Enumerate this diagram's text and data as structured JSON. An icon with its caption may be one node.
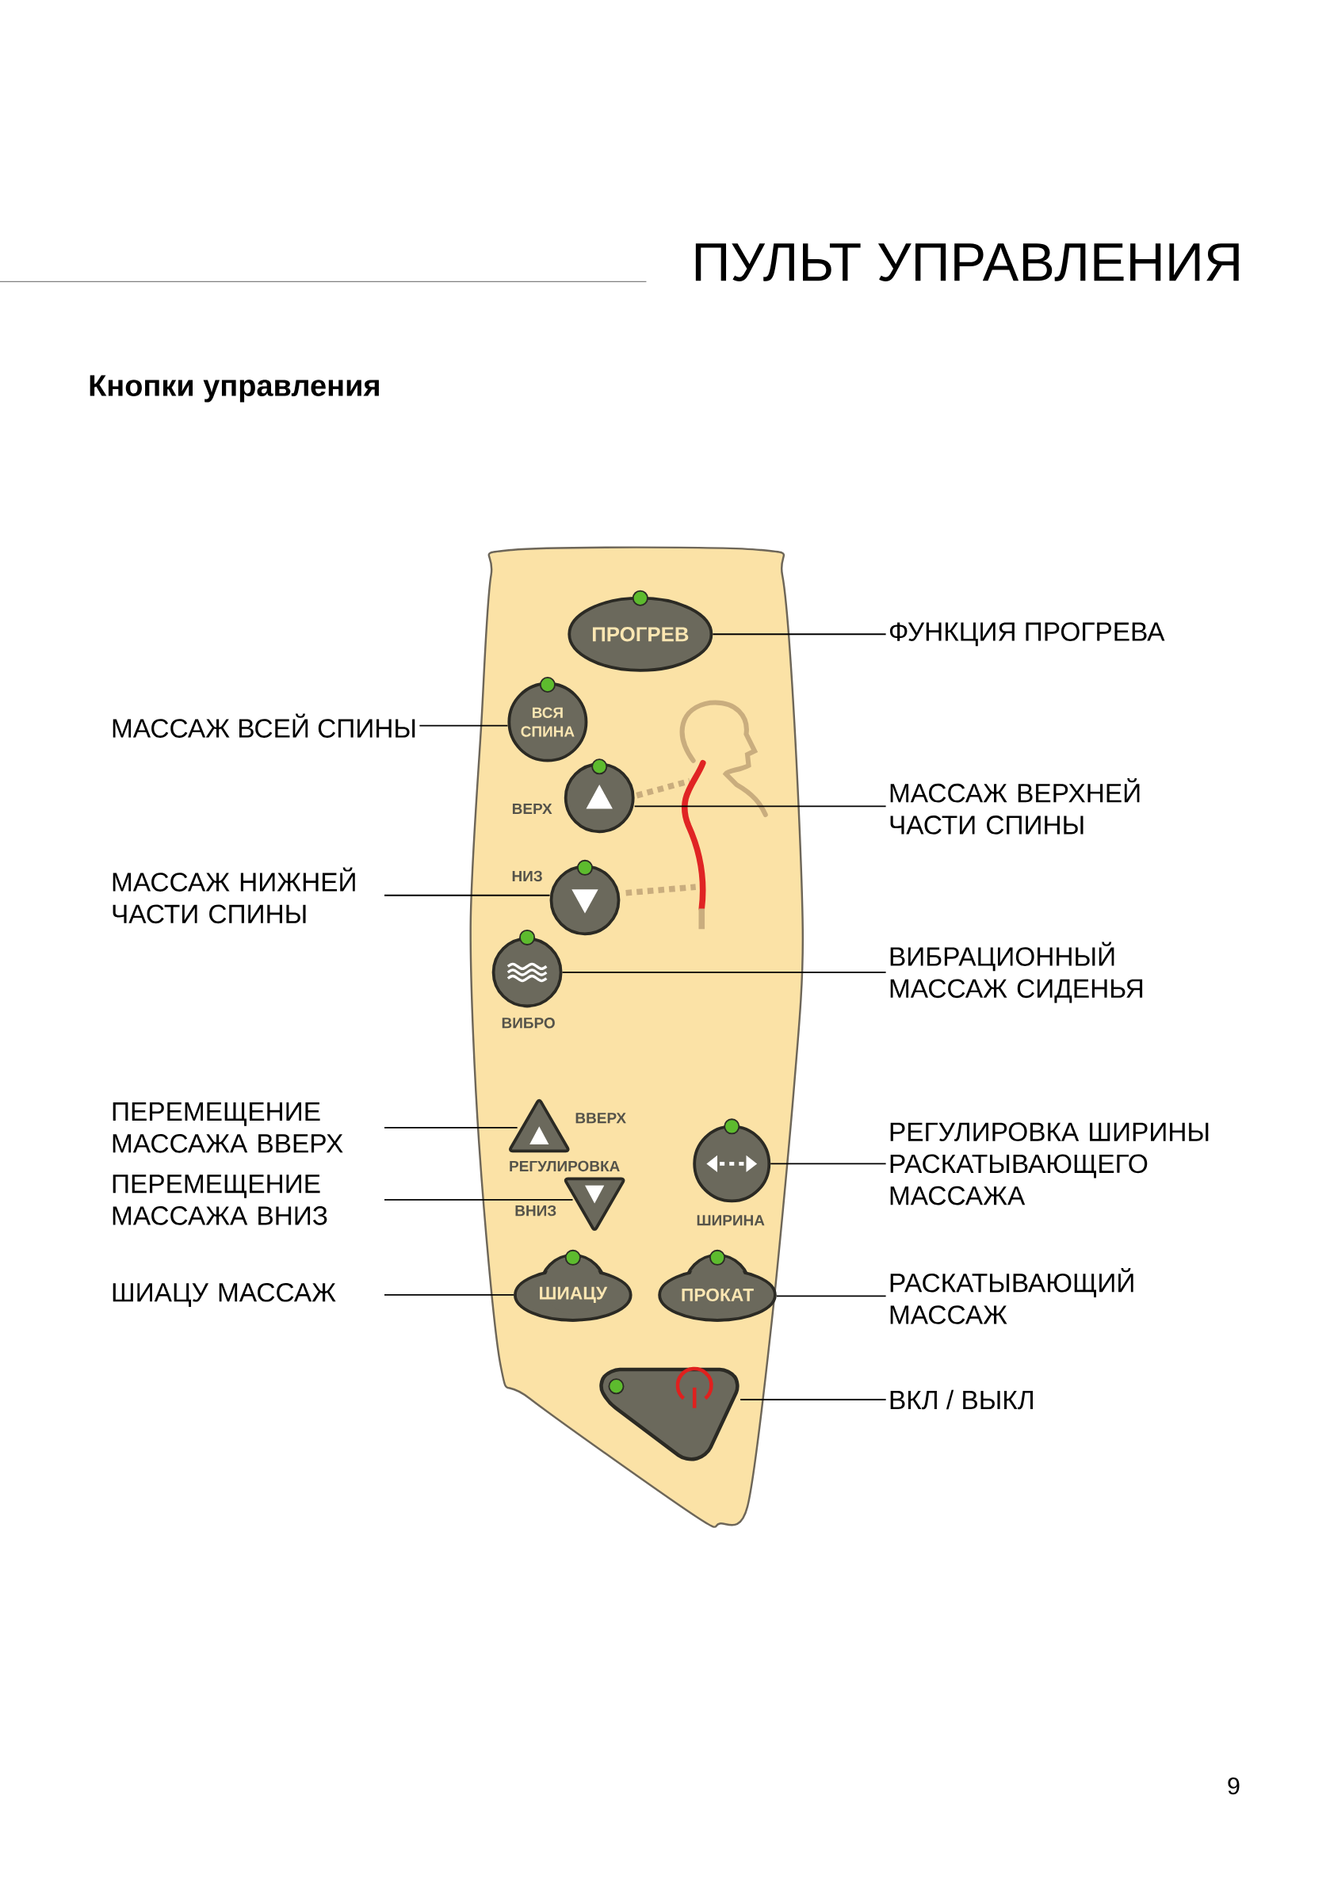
{
  "diagram": {
    "title": "ПУЛЬТ УПРАВЛЕНИЯ",
    "nodes": [
      {
        "text": [],
        "shape": "box"
      },
      {
        "text": [
          "ПРОГРЕВ"
        ],
        "in": 0
      },
      {
        "text": [
          "ВСЯ СПИНА"
        ],
        "in": 0
      },
      {
        "text": [],
        "shape": "circle",
        "in": 0,
        "beside": [
          "ВЕРХ"
        ]
      },
      {
        "text": [],
        "shape": "circle",
        "in": 0,
        "beside": [
          "НИЗ"
        ]
      },
      {
        "text": [],
        "shape": "circle",
        "in": 0,
        "beside": [
          "ВИБРО"
        ]
      },
      {
        "text": [],
        "shape": "triangle",
        "in": 0,
        "beside": [
          "ВВЕРХ"
        ]
      },
      {
        "text": [],
        "shape": "triangle",
        "in": 0,
        "beside": [
          "ВНИЗ"
        ]
      },
      {
        "text": [],
        "shape": "circle",
        "in": 0,
        "beside": [
          "ШИРИНА"
        ]
      },
      {
        "text": [
          "ШИАЦУ"
        ],
        "in": 0
      },
      {
        "text": [
          "ПРОКАТ"
        ],
        "in": 0
      },
      {
        "text": [],
        "shape": "box",
        "in": 0
      },
      {
        "text": [
          "ФУНКЦИЯ ПРОГРЕВА"
        ]
      },
      {
        "text": [
          "МАССАЖ ВСЕЙ СПИНЫ"
        ]
      },
      {
        "text": [
          "МАССАЖ ВЕРХНЕЙ ЧАСТИ СПИНЫ"
        ]
      },
      {
        "text": [
          "МАССАЖ НИЖНЕЙ ЧАСТИ СПИНЫ"
        ]
      },
      {
        "text": [
          "ВИБРАЦИОННЫЙ МАССАЖ СИДЕНЬЯ"
        ]
      },
      {
        "text": [
          "ПЕРЕМЕЩЕНИЕ МАССАЖА ВВЕРХ"
        ]
      },
      {
        "text": [
          "РЕГУЛИРОВКА ШИРИНЫ РАСКАТЫВАЮЩЕГО МАССАЖА"
        ]
      },
      {
        "text": [
          "ПЕРЕМЕЩЕНИЕ МАССАЖА ВНИЗ"
        ]
      },
      {
        "text": [
          "ШИАЦУ МАССАЖ"
        ]
      },
      {
        "text": [
          "РАСКАТЫВАЮЩИЙ МАССАЖ"
        ]
      },
      {
        "text": [
          "ВКЛ / ВЫКЛ"
        ]
      }
    ],
    "edges": [
      {
        "from": 12,
        "to": 1,
        "arrow": "none"
      },
      {
        "from": 13,
        "to": 2,
        "arrow": "none"
      },
      {
        "from": 14,
        "to": 3,
        "arrow": "none"
      },
      {
        "from": 15,
        "to": 4,
        "arrow": "none"
      },
      {
        "from": 16,
        "to": 5,
        "arrow": "none"
      },
      {
        "from": 17,
        "to": 6,
        "arrow": "none"
      },
      {
        "from": 18,
        "to": 8,
        "arrow": "none"
      },
      {
        "from": 19,
        "to": 7,
        "arrow": "none"
      },
      {
        "from": 20,
        "to": 9,
        "arrow": "none"
      },
      {
        "from": 21,
        "to": 10,
        "arrow": "none"
      },
      {
        "from": 22,
        "to": 11,
        "arrow": "none"
      }
    ],
    "labels": [
      "Кнопки управления",
      "РЕГУЛИРОВКА",
      "9"
    ]
  }
}
